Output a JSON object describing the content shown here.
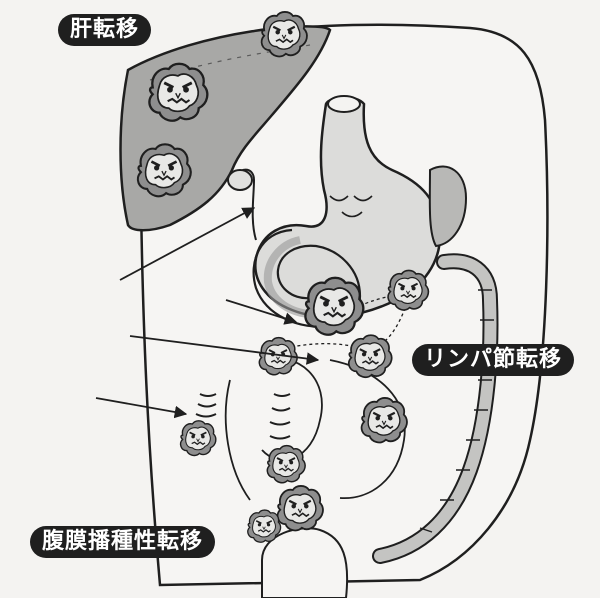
{
  "labels": {
    "liver_metastasis": "肝転移",
    "lymph_node_metastasis": "リンパ節転移",
    "peritoneal_dissemination": "腹膜播種性転移"
  },
  "colors": {
    "ink": "#1f1f1f",
    "organ_gray": "#9a9a9a",
    "organ_light": "#d8d8d6",
    "paper": "#f4f3f1",
    "label_bg": "#1f1f1f",
    "label_text": "#ffffff"
  },
  "icons": [
    "tumor-face-icon",
    "arrow-icon"
  ]
}
